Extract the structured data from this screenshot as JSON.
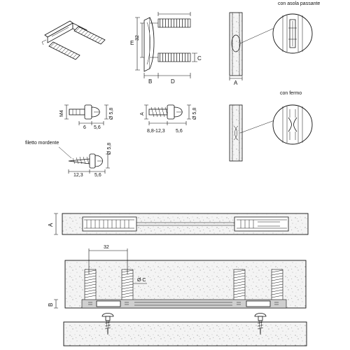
{
  "labels": {
    "slot_caption": "con asola passante",
    "stop_caption": "con fermo",
    "thread_caption": "filetto mordente",
    "dim_e": "E",
    "dim_32_top": "32",
    "dim_c": "C",
    "dim_b": "B",
    "dim_d": "D",
    "dim_a_front": "A",
    "dim_m4": "M4",
    "dim_6": "6",
    "dim_5_6_a": "5,6",
    "dim_dia_5_8_a": "Ø 5,8",
    "dim_a_mid": "A",
    "dim_range": "8,8-12,3",
    "dim_5_6_b": "5,6",
    "dim_dia_5_8_b": "Ø 5,8",
    "dim_dia_5_8_c": "Ø 5,8",
    "dim_12_3": "12,3",
    "dim_5_6_c": "5,6",
    "dim_a_plan": "A",
    "dim_32_bottom": "32",
    "dim_dia_c": "Ø C",
    "dim_b_bottom": "B"
  },
  "icons": [
    "connector-isometric",
    "screw",
    "panel-section",
    "slot-detail"
  ],
  "colors": {
    "line": "#111111",
    "concrete": "#f2f2f2",
    "metal": "#cfcfcf"
  }
}
